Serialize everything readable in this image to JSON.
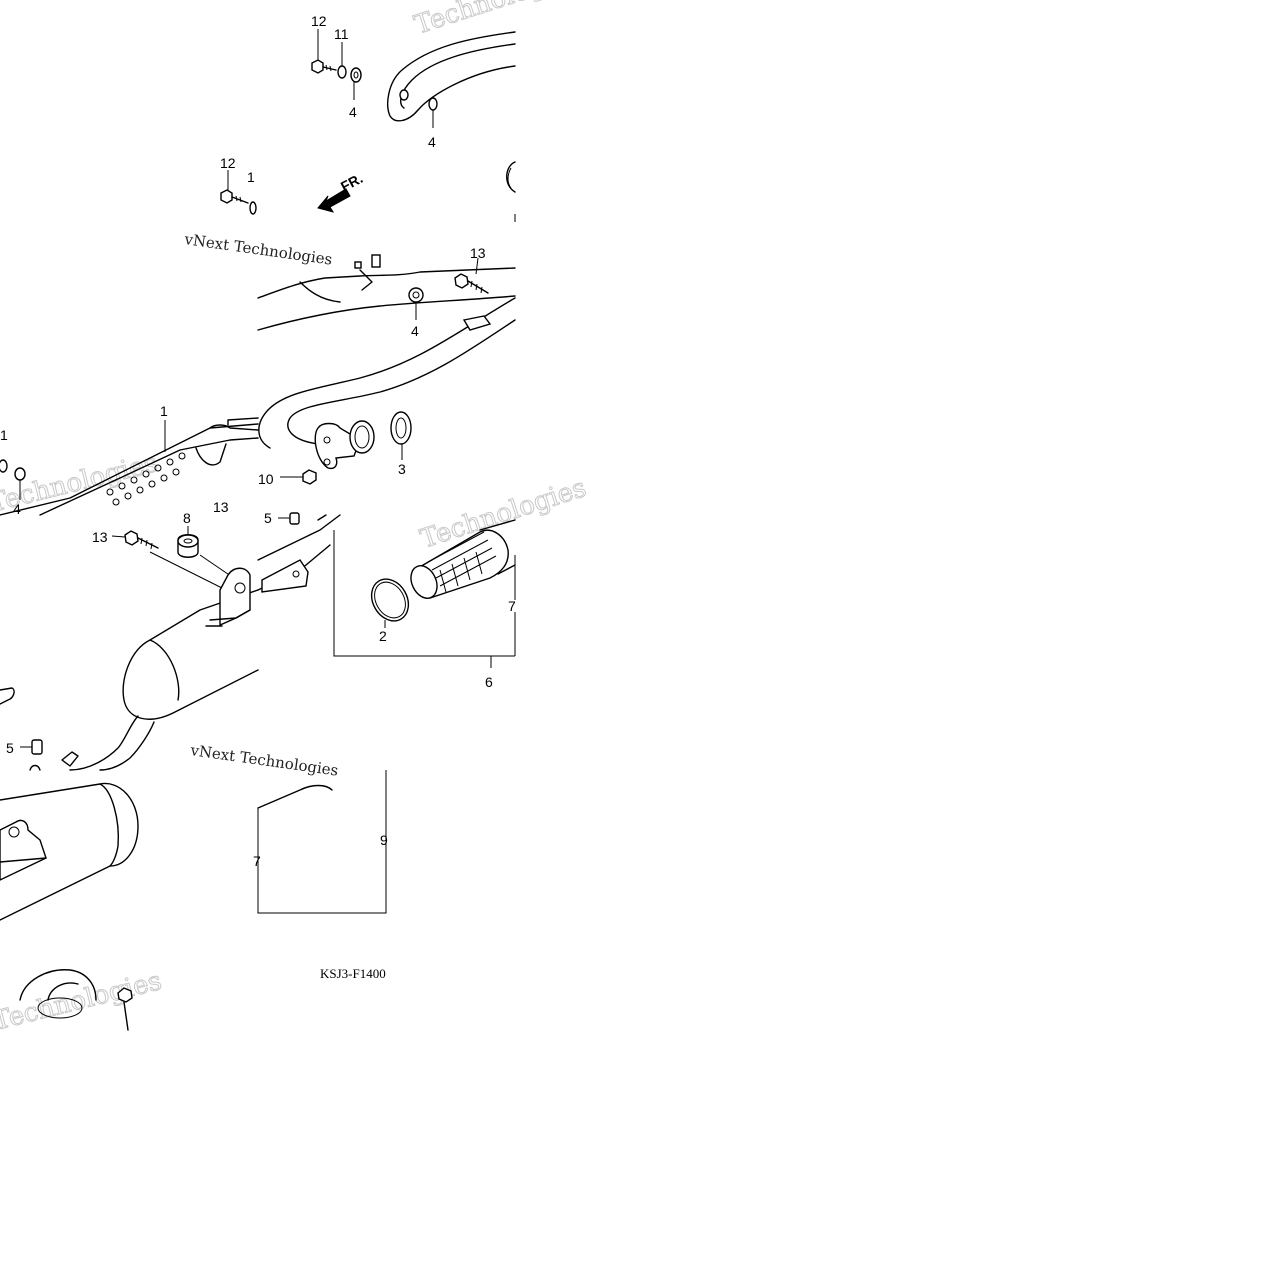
{
  "diagram": {
    "code": "KSJ3-F1400",
    "front_marker": "FR.",
    "watermark_main": "Technologies",
    "watermark_alt": "vNext Technologies",
    "callouts": {
      "c12a": "12",
      "c11a": "11",
      "c4a": "4",
      "c4b": "4",
      "c12b": "12",
      "c1small": "1",
      "c4c": "4",
      "c13a": "13",
      "c1": "1",
      "c1left": "1",
      "c4d": "4",
      "c13b": "13",
      "c3": "3",
      "c10": "10",
      "c13c": "13",
      "c8": "8",
      "c5a": "5",
      "c2": "2",
      "c7a": "7",
      "c6": "6",
      "c5b": "5",
      "c9": "9",
      "c7b": "7"
    }
  }
}
